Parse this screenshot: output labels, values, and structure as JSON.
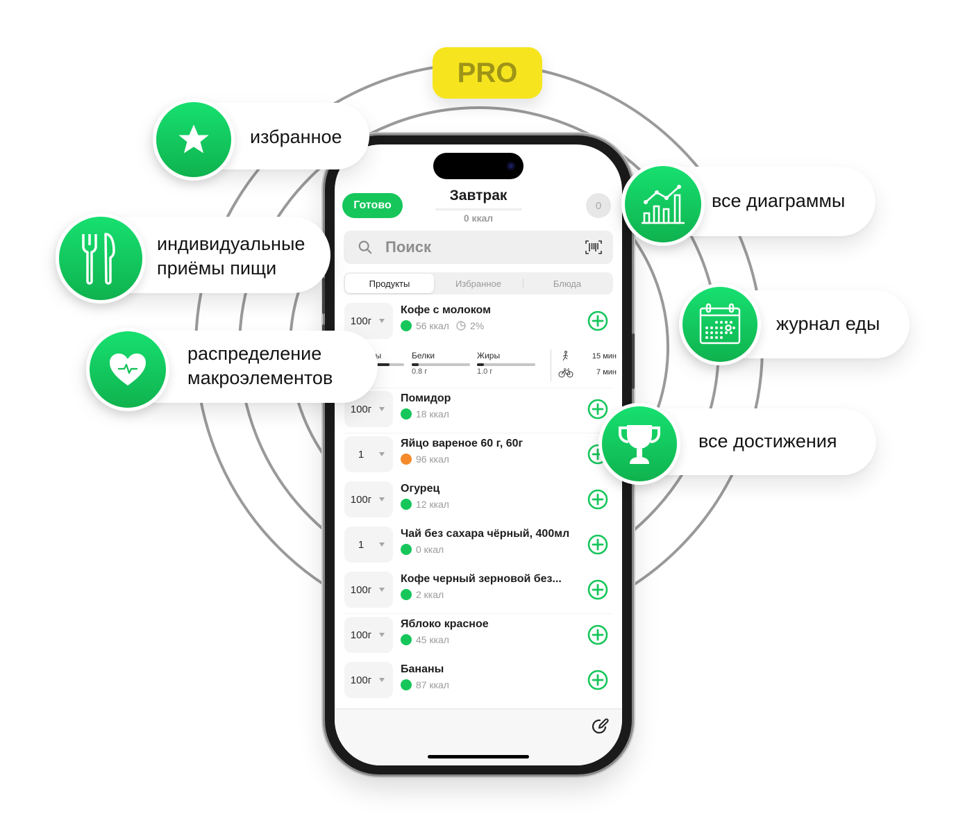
{
  "badge": {
    "label": "PRO",
    "color": "#f6e51e"
  },
  "features": {
    "favorites": {
      "label": "избранное",
      "icon": "star-icon"
    },
    "meals": {
      "line1": "индивидуальные",
      "line2": "приёмы пищи",
      "icon": "fork-knife-icon"
    },
    "macros": {
      "line1": "распределение",
      "line2": "макроэлементов",
      "icon": "heart-pulse-icon"
    },
    "charts": {
      "label": "все диаграммы",
      "icon": "chart-icon"
    },
    "journal": {
      "label": "журнал еды",
      "icon": "calendar-icon"
    },
    "achievements": {
      "label": "все достижения",
      "icon": "trophy-icon"
    }
  },
  "app": {
    "done_label": "Готово",
    "title": "Завтрак",
    "kcal": "0 ккал",
    "count": "0",
    "search_placeholder": "Поиск",
    "tabs": [
      "Продукты",
      "Избранное",
      "Блюда"
    ],
    "active_tab": "Продукты",
    "accent": "#16c65b",
    "items": [
      {
        "qty": "100г",
        "name": "Кофе с молоком",
        "kcal": "56 ккал",
        "dot": "#16c65b",
        "percent": "2%",
        "expanded": true
      },
      {
        "qty": "100г",
        "name": "Помидор",
        "kcal": "18 ккал",
        "dot": "#16c65b"
      },
      {
        "qty": "1",
        "name": "Яйцо вареное 60 г, 60г",
        "kcal": "96 ккал",
        "dot": "#f58a2a"
      },
      {
        "qty": "100г",
        "name": "Огурец",
        "kcal": "12 ккал",
        "dot": "#16c65b"
      },
      {
        "qty": "1",
        "name": "Чай без сахара чёрный, 400мл",
        "kcal": "0 ккал",
        "dot": "#16c65b"
      },
      {
        "qty": "100г",
        "name": "Кофе черный зерновой без...",
        "kcal": "2 ккал",
        "dot": "#16c65b"
      },
      {
        "qty": "100г",
        "name": "Яблоко красное",
        "kcal": "45 ккал",
        "dot": "#16c65b"
      },
      {
        "qty": "100г",
        "name": "Бананы",
        "kcal": "87 ккал",
        "dot": "#16c65b"
      }
    ],
    "macros": [
      {
        "label": "Углеводы",
        "value": "",
        "fill": 0.75
      },
      {
        "label": "Белки",
        "value": "0.8 г",
        "fill": 0.12
      },
      {
        "label": "Жиры",
        "value": "1.0 г",
        "fill": 0.12
      }
    ],
    "activity": [
      {
        "icon": "walking-icon",
        "value": "15 мин"
      },
      {
        "icon": "bicycle-icon",
        "value": "7 мин"
      }
    ]
  }
}
